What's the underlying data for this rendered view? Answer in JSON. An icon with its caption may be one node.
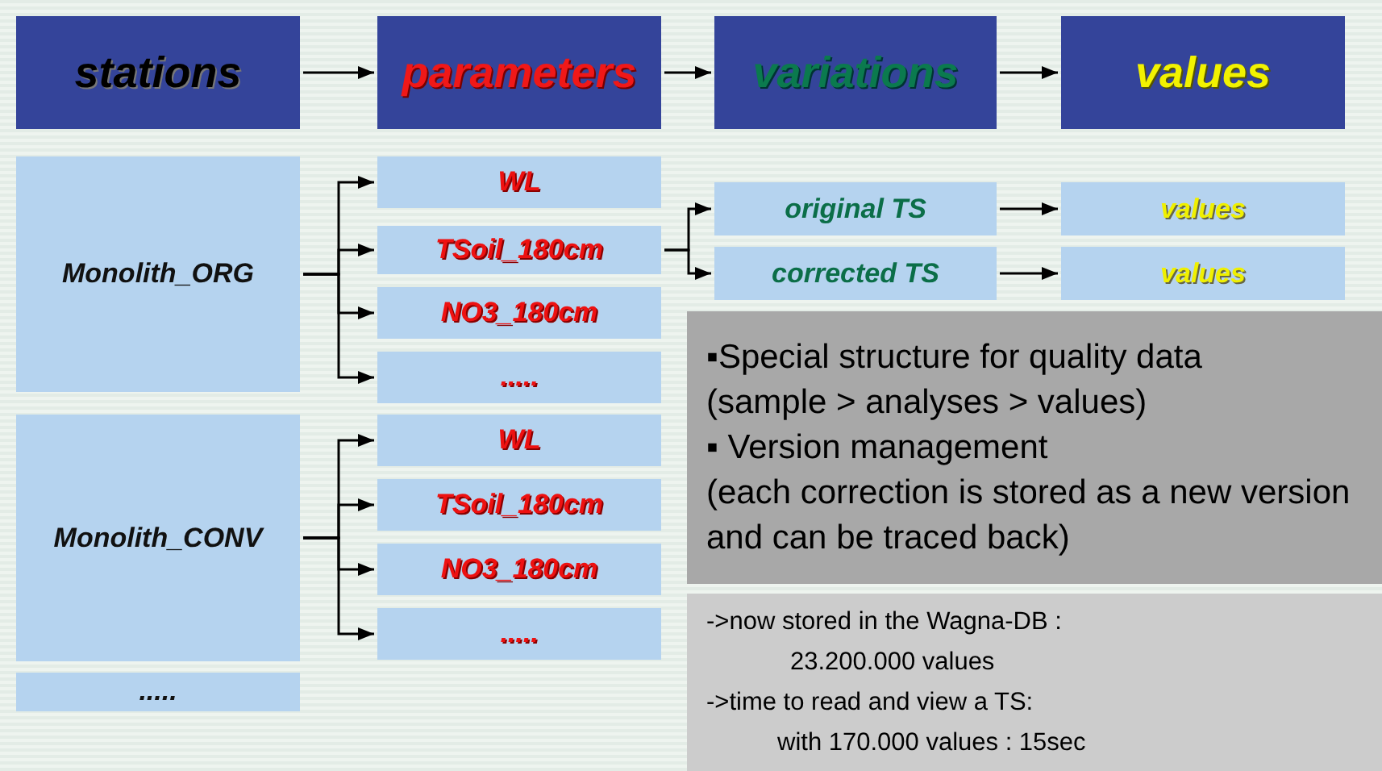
{
  "diagram": {
    "nodes": [
      {
        "text": [
          "stations"
        ]
      },
      {
        "text": [
          "parameters"
        ]
      },
      {
        "text": [
          "variations"
        ]
      },
      {
        "text": [
          "values"
        ]
      },
      {
        "text": [
          "Monolith_ORG"
        ]
      },
      {
        "text": [
          "WL"
        ]
      },
      {
        "text": [
          "TSoil_180cm"
        ]
      },
      {
        "text": [
          "NO3_180cm"
        ]
      },
      {
        "text": [
          "....."
        ]
      },
      {
        "text": [
          "original TS"
        ]
      },
      {
        "text": [
          "corrected TS"
        ]
      },
      {
        "text": [
          "values"
        ]
      },
      {
        "text": [
          "values"
        ]
      },
      {
        "text": [
          "▪Special structure for quality data",
          "(sample > analyses > values)",
          "▪ Version management",
          "(each correction is stored as a new version and can be traced back)"
        ]
      },
      {
        "text": [
          "Monolith_CONV"
        ]
      },
      {
        "text": [
          "WL"
        ]
      },
      {
        "text": [
          "TSoil_180cm"
        ]
      },
      {
        "text": [
          "NO3_180cm"
        ]
      },
      {
        "text": [
          "....."
        ]
      },
      {
        "text": [
          "....."
        ]
      },
      {
        "text": [
          "->now stored in the Wagna-DB :",
          "23.200.000 values",
          "->time to read and view a TS:",
          "with 170.000 values : 15sec"
        ]
      }
    ],
    "edges": [
      {
        "from": 0,
        "to": 1,
        "arrow": "to"
      },
      {
        "from": 1,
        "to": 2,
        "arrow": "to"
      },
      {
        "from": 2,
        "to": 3,
        "arrow": "to"
      },
      {
        "from": 4,
        "to": 5,
        "arrow": "to"
      },
      {
        "from": 4,
        "to": 6,
        "arrow": "to"
      },
      {
        "from": 4,
        "to": 7,
        "arrow": "to"
      },
      {
        "from": 4,
        "to": 8,
        "arrow": "to"
      },
      {
        "from": 6,
        "to": 9,
        "arrow": "to"
      },
      {
        "from": 6,
        "to": 10,
        "arrow": "to"
      },
      {
        "from": 9,
        "to": 11,
        "arrow": "to"
      },
      {
        "from": 10,
        "to": 12,
        "arrow": "to"
      },
      {
        "from": 14,
        "to": 15,
        "arrow": "to"
      },
      {
        "from": 14,
        "to": 16,
        "arrow": "to"
      },
      {
        "from": 14,
        "to": 17,
        "arrow": "to"
      },
      {
        "from": 14,
        "to": 18,
        "arrow": "to"
      }
    ]
  }
}
